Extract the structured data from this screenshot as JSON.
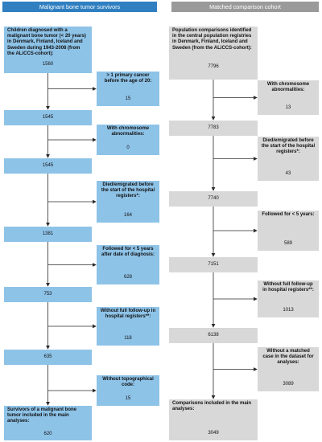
{
  "left": {
    "header": "Malignant bone tumor survivors",
    "main": [
      {
        "text": "Children diagnosed with a malignant bone tumor (< 20 years) in Denmark, Finland, Iceland and Sweden during 1943-2008 (from the ALiCCS-cohort):",
        "count": "1560"
      },
      {
        "text": "",
        "count": "1545"
      },
      {
        "text": "",
        "count": "1545"
      },
      {
        "text": "",
        "count": "1381"
      },
      {
        "text": "",
        "count": "753"
      },
      {
        "text": "",
        "count": "635"
      },
      {
        "text": "Survivors of a malignant bone tumor included in the main analyses:",
        "count": "620"
      }
    ],
    "side": [
      {
        "text": "> 1 primary cancer before the age of 20:",
        "count": "15"
      },
      {
        "text": "With chromosome abnormalities:",
        "count": "0"
      },
      {
        "text": "Died/emigrated before the start of the hospital registers*:",
        "count": "164"
      },
      {
        "text": "Followed for < 5 years after date of diagnosis:",
        "count": "628"
      },
      {
        "text": "Without full follow-up in hospital registers**:",
        "count": "118"
      },
      {
        "text": "Without topographical code:",
        "count": "15"
      }
    ]
  },
  "right": {
    "header": "Matched comparison cohort",
    "main": [
      {
        "text": "Population comparisons identified in the central population registries in Denmark, Finland, Iceland and Sweden (from the ALiCCS-cohort):",
        "count": "7796"
      },
      {
        "text": "",
        "count": "7783"
      },
      {
        "text": "",
        "count": "7740"
      },
      {
        "text": "",
        "count": "7151"
      },
      {
        "text": "",
        "count": "6138"
      },
      {
        "text": "Comparisons included in the main analyses:",
        "count": "3049"
      }
    ],
    "side": [
      {
        "text": "With chromosome abnormalities:",
        "count": "13"
      },
      {
        "text": "Died/emigrated before the start of the hospital registers*:",
        "count": "43"
      },
      {
        "text": "Followed for < 5 years:",
        "count": "589"
      },
      {
        "text": "Without full follow-up in hospital registers**:",
        "count": "1013"
      },
      {
        "text": "Without a matched case in the dataset for analyses:",
        "count": "3089"
      }
    ]
  },
  "colors": {
    "left_header": "#2f7fc1",
    "left_box": "#8ec3e8",
    "right_header": "#9a9a9a",
    "right_box": "#d8d8d8",
    "arrow": "#2a2a2a"
  }
}
